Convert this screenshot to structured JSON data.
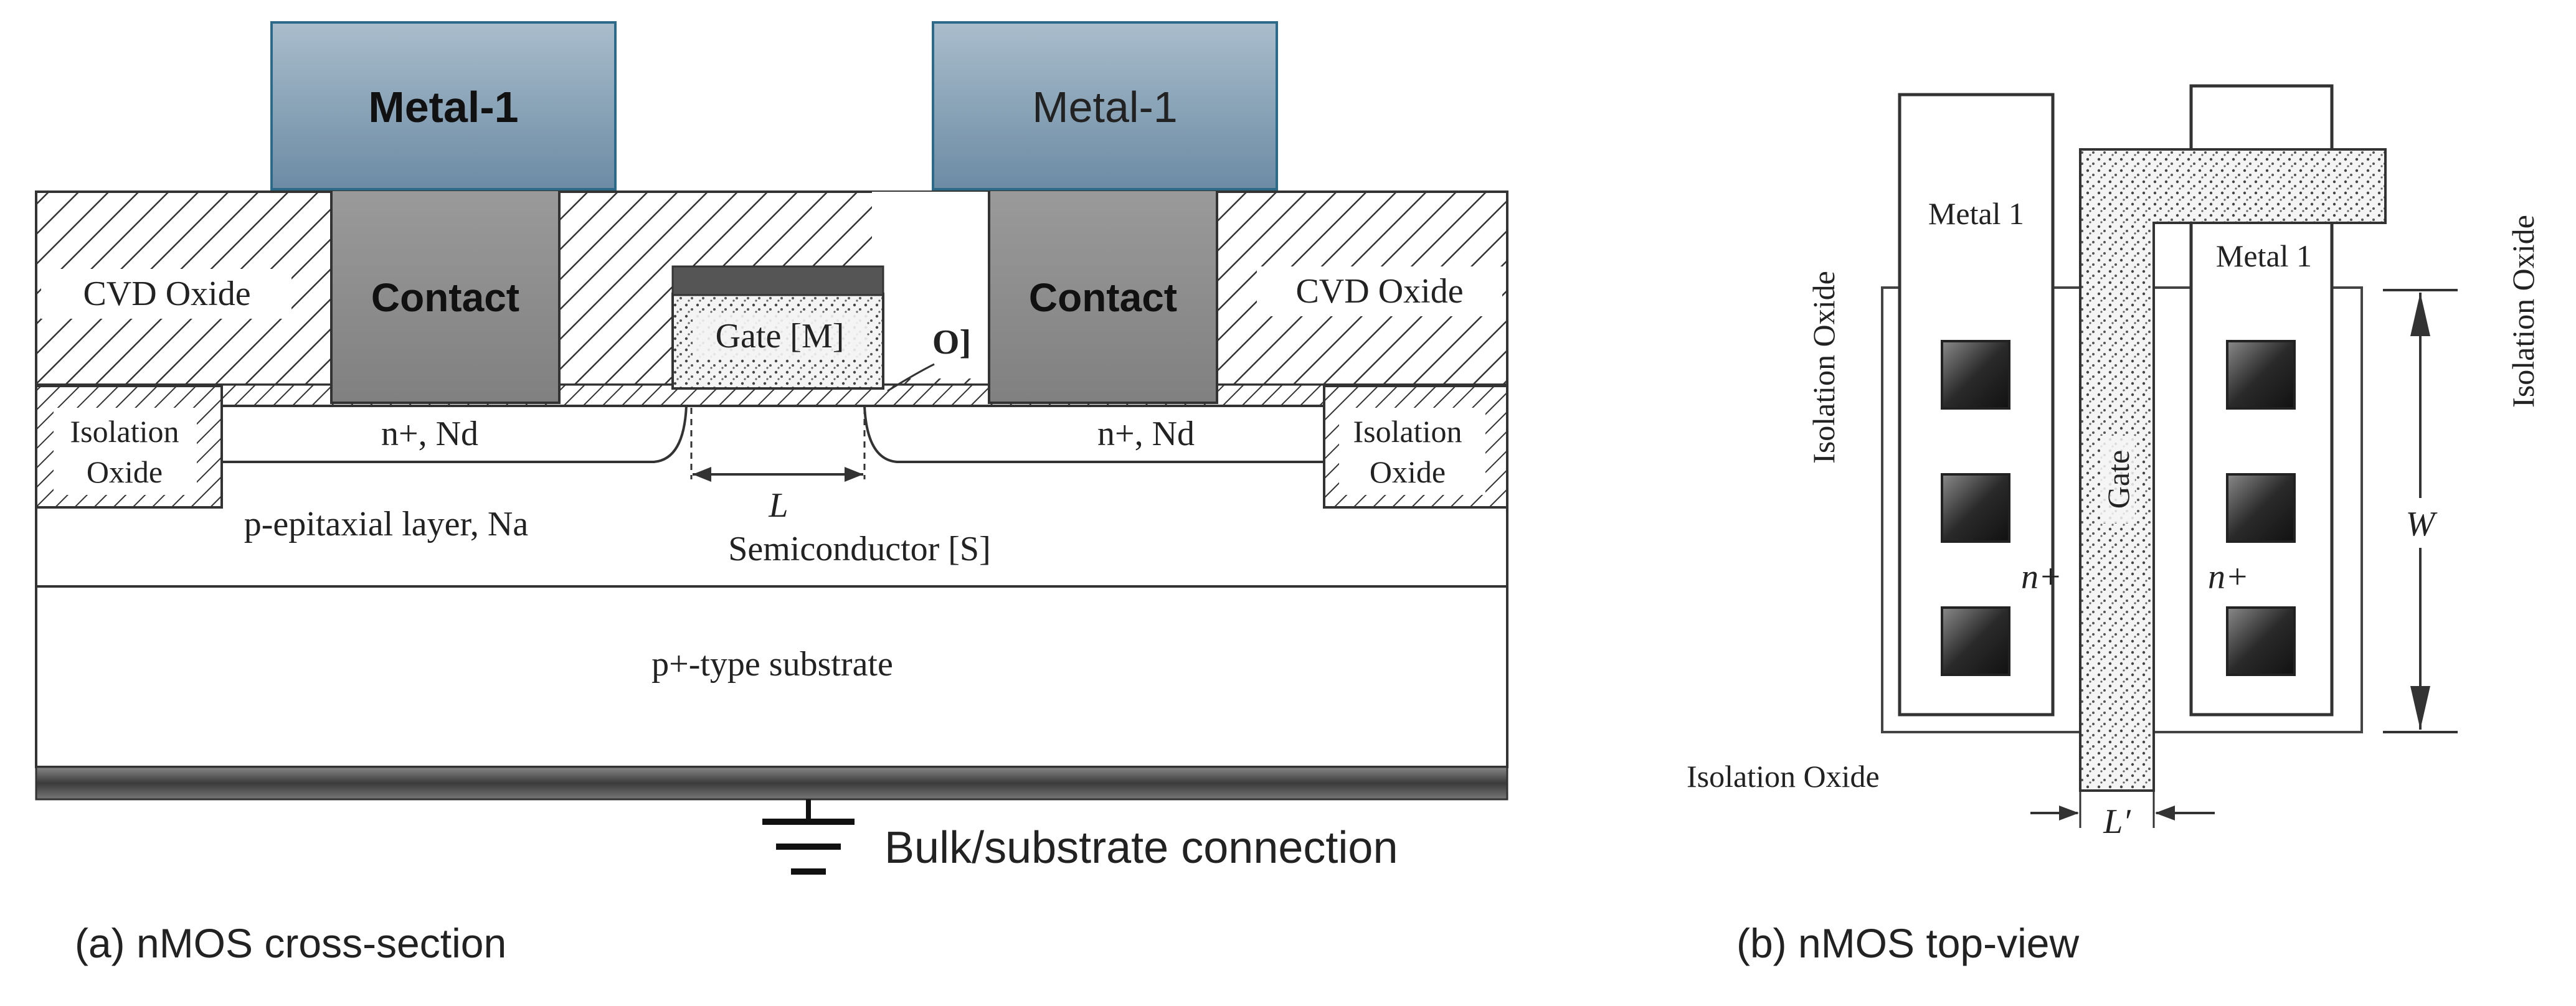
{
  "cross_section": {
    "metal_left": "Metal-1",
    "metal_right": "Metal-1",
    "contact_left": "Contact",
    "contact_right": "Contact",
    "cvd_left": "CVD Oxide",
    "cvd_right": "CVD Oxide",
    "gate": "Gate [M]",
    "oxide": "O]",
    "isolation_left_1": "Isolation",
    "isolation_left_2": "Oxide",
    "isolation_right_1": "Isolation",
    "isolation_right_2": "Oxide",
    "n_left": "n+, Nd",
    "n_right": "n+, Nd",
    "channel_length": "L",
    "epi": "p-epitaxial layer, Na",
    "semiconductor": "Semiconductor [S]",
    "substrate": "p+-type substrate",
    "bulk": "Bulk/substrate connection",
    "caption": "(a) nMOS cross-section"
  },
  "top_view": {
    "metal_left": "Metal 1",
    "metal_right": "Metal 1",
    "isolation_left": "Isolation  Oxide",
    "isolation_right": "Isolation  Oxide",
    "isolation_bottom": "Isolation  Oxide",
    "gate": "Gate",
    "n_left": "n+",
    "n_right": "n+",
    "width": "W",
    "gate_length": "L′",
    "caption": "(b) nMOS top-view"
  },
  "colors": {
    "metal_fill_top": "#a8bccb",
    "metal_fill_bottom": "#6f8ea6",
    "metal_stroke": "#2d6a8a",
    "contact_fill": "#8c8c8c",
    "gate_cap": "#555555",
    "substrate_bar": "#4a4a4a"
  }
}
